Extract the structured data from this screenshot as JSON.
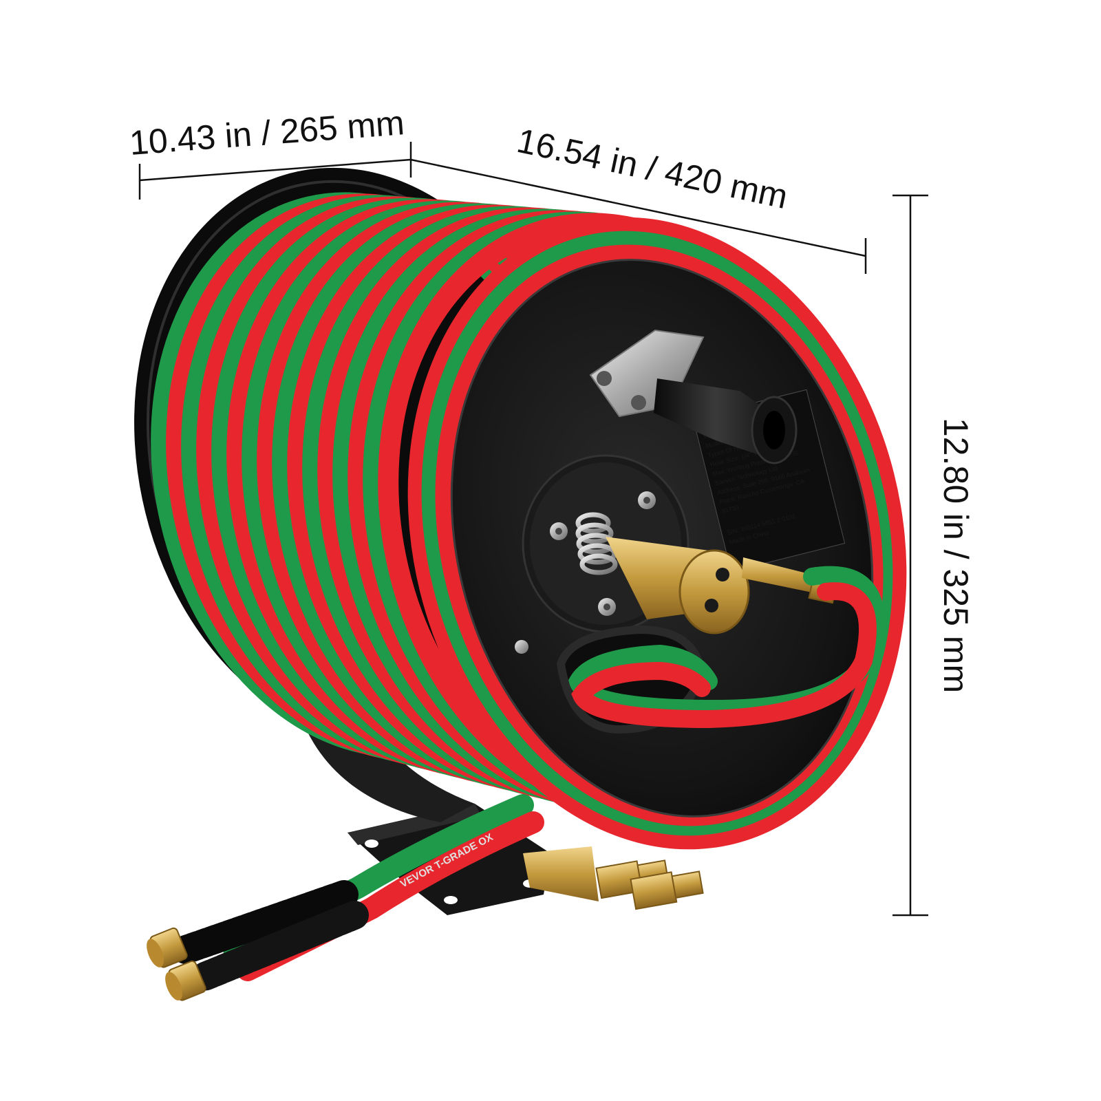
{
  "dimensions": {
    "depth": "10.43 in / 265 mm",
    "width": "16.54 in / 420 mm",
    "height": "12.80 in / 325 mm"
  },
  "spec_label": {
    "lines": [
      "Up...",
      "Welding ...",
      "Model: WHR...",
      "Types Of Hoses:...",
      "Hose Size: 1/4\"-100ft",
      "Max. Working Pressure: 300PSI",
      "Sanven Technology  Ltd.",
      "Address: Suite 250, 9166 Anaheim",
      "Place, Rancho Cucamonga, CA",
      "91730"
    ],
    "serial": "S/N: 260114 6851 1 0101",
    "origin": "Made In China"
  },
  "hose_print": "VEVOR T-GRADE OX",
  "colors": {
    "hose_red": "#e8262e",
    "hose_green": "#1f9a4a",
    "reel_black": "#111111",
    "brass": "#c9a24a",
    "dimension_lines": "#111111",
    "background": "#ffffff"
  }
}
